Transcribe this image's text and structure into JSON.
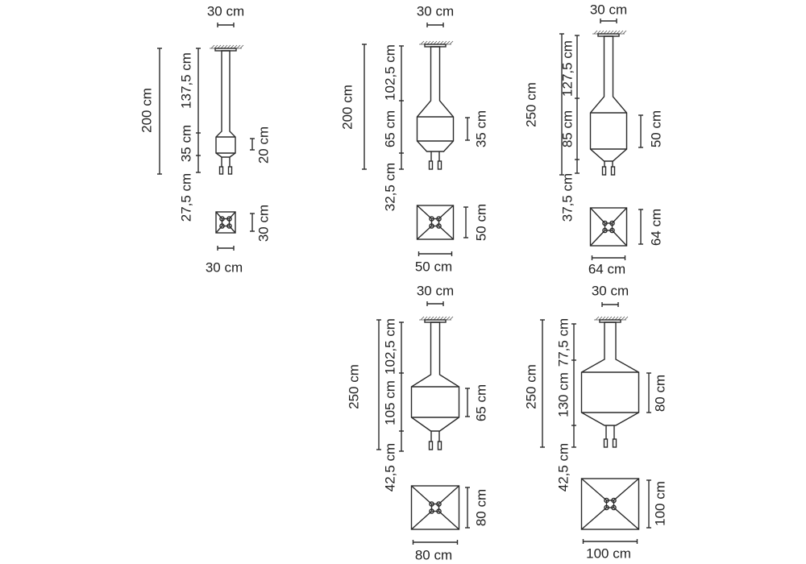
{
  "diagram": {
    "colors": {
      "line": "#2a2a2a",
      "text": "#222222",
      "background": "#ffffff"
    },
    "lamps": [
      {
        "name": "lamp-1",
        "canopy_width": "30 cm",
        "total_height": "200 cm",
        "segments": [
          "137,5 cm",
          "35 cm",
          "27,5 cm"
        ],
        "body_height": "20 cm",
        "plan_width": "30 cm",
        "plan_depth": "30 cm"
      },
      {
        "name": "lamp-2",
        "canopy_width": "30 cm",
        "total_height": "200 cm",
        "segments": [
          "102,5 cm",
          "65 cm",
          "32,5 cm"
        ],
        "body_height": "35 cm",
        "plan_width": "50 cm",
        "plan_depth": "50 cm"
      },
      {
        "name": "lamp-3",
        "canopy_width": "30 cm",
        "total_height": "250 cm",
        "segments": [
          "127,5 cm",
          "85 cm",
          "37,5 cm"
        ],
        "body_height": "50 cm",
        "plan_width": "64 cm",
        "plan_depth": "64 cm"
      },
      {
        "name": "lamp-4",
        "canopy_width": "30 cm",
        "total_height": "250 cm",
        "segments": [
          "102,5 cm",
          "105 cm",
          "42,5 cm"
        ],
        "body_height": "65 cm",
        "plan_width": "80 cm",
        "plan_depth": "80 cm"
      },
      {
        "name": "lamp-5",
        "canopy_width": "30 cm",
        "total_height": "250 cm",
        "segments": [
          "77,5 cm",
          "130 cm",
          "42,5 cm"
        ],
        "body_height": "80 cm",
        "plan_width": "100 cm",
        "plan_depth": "100 cm"
      }
    ]
  }
}
